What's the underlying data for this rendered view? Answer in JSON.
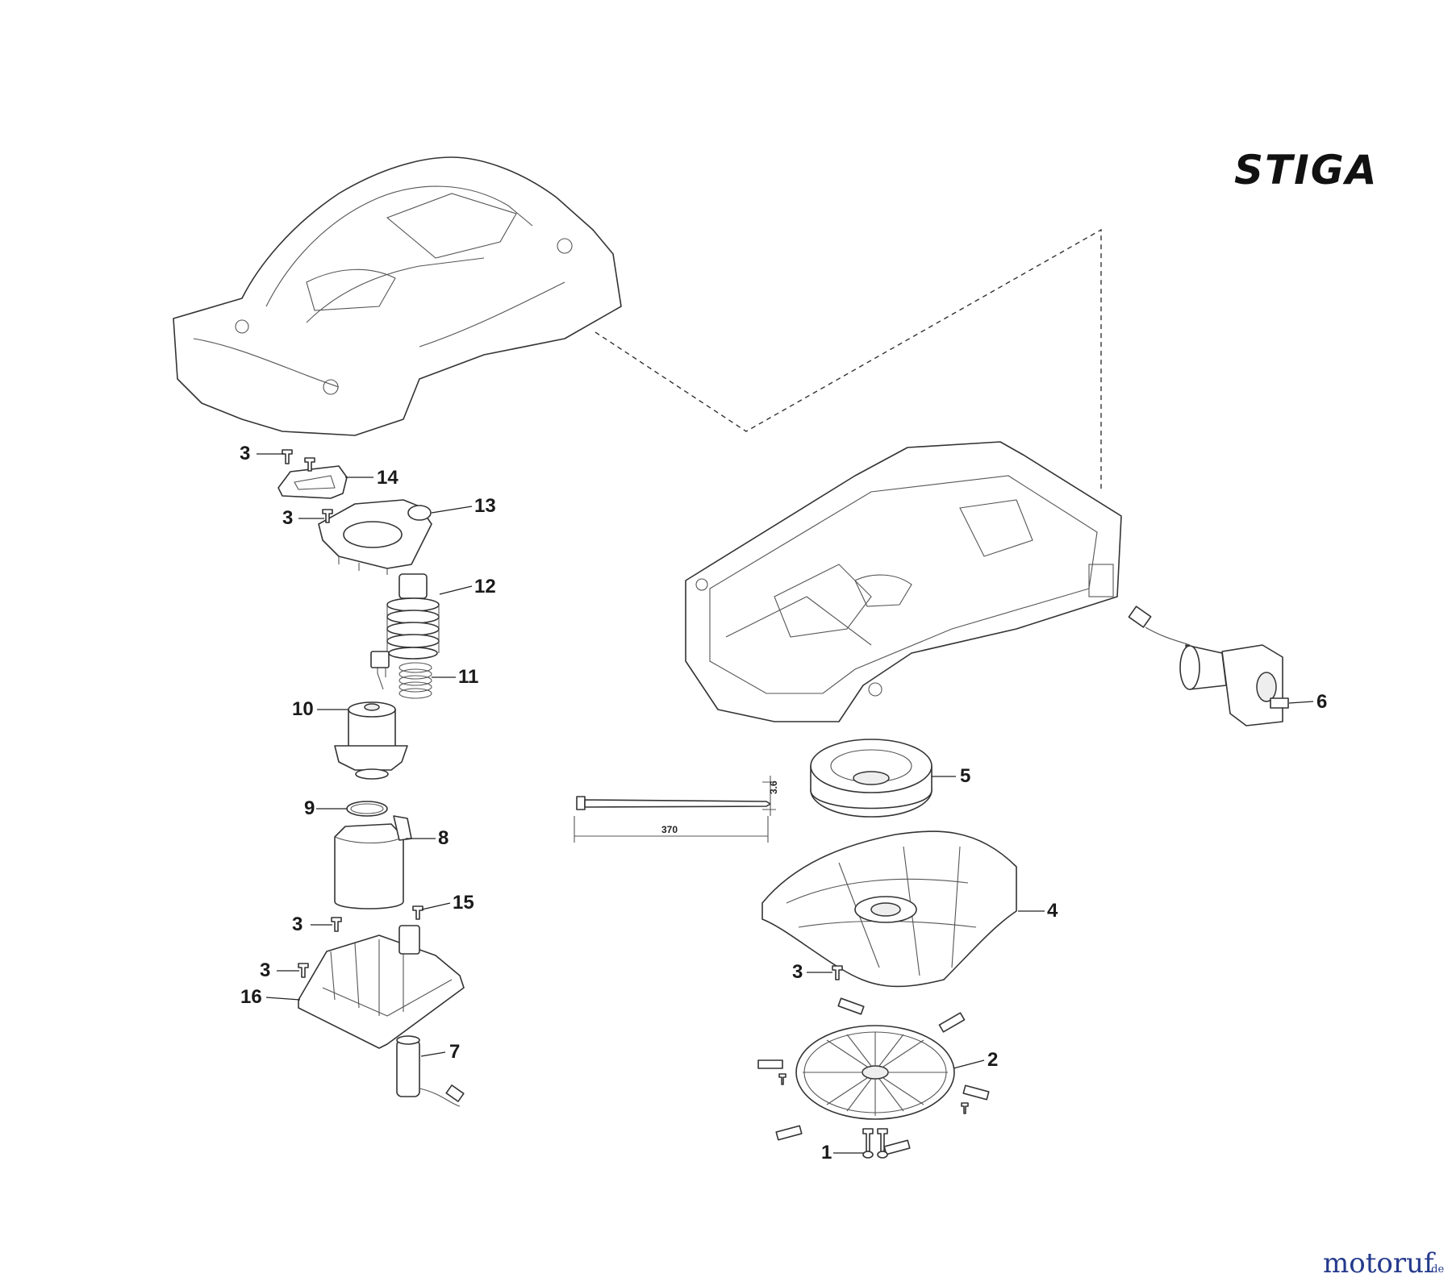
{
  "brand": {
    "logo_text": "STIGA"
  },
  "watermark": {
    "site": "motoruf",
    "tld": ".de"
  },
  "cable_tie": {
    "width_dim": "3.6",
    "length_dim": "370"
  },
  "callouts": {
    "p1": "1",
    "p2": "2",
    "p3a": "3",
    "p3b": "3",
    "p3c": "3",
    "p3d": "3",
    "p3e": "3",
    "p4": "4",
    "p5": "5",
    "p6": "6",
    "p7": "7",
    "p8": "8",
    "p9": "9",
    "p10": "10",
    "p11": "11",
    "p12": "12",
    "p13": "13",
    "p14": "14",
    "p15": "15",
    "p16": "16"
  },
  "colors": {
    "line": "#333333",
    "watermark": "#243a8c"
  }
}
